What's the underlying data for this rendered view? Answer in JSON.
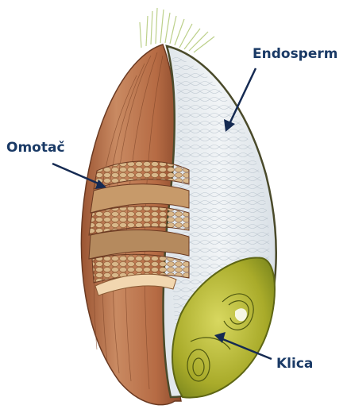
{
  "labels": {
    "endosperm": "Endosperm",
    "omotac": "Omotač",
    "klica": "Klica"
  },
  "colors": {
    "label_text": "#1a3a66",
    "arrow": "#152a52",
    "bran_outer": "#c8845e",
    "bran_dark": "#8a4a2c",
    "endosperm": "#e9eef2",
    "germ": "#b5b834",
    "brush": "#c9d79a"
  }
}
